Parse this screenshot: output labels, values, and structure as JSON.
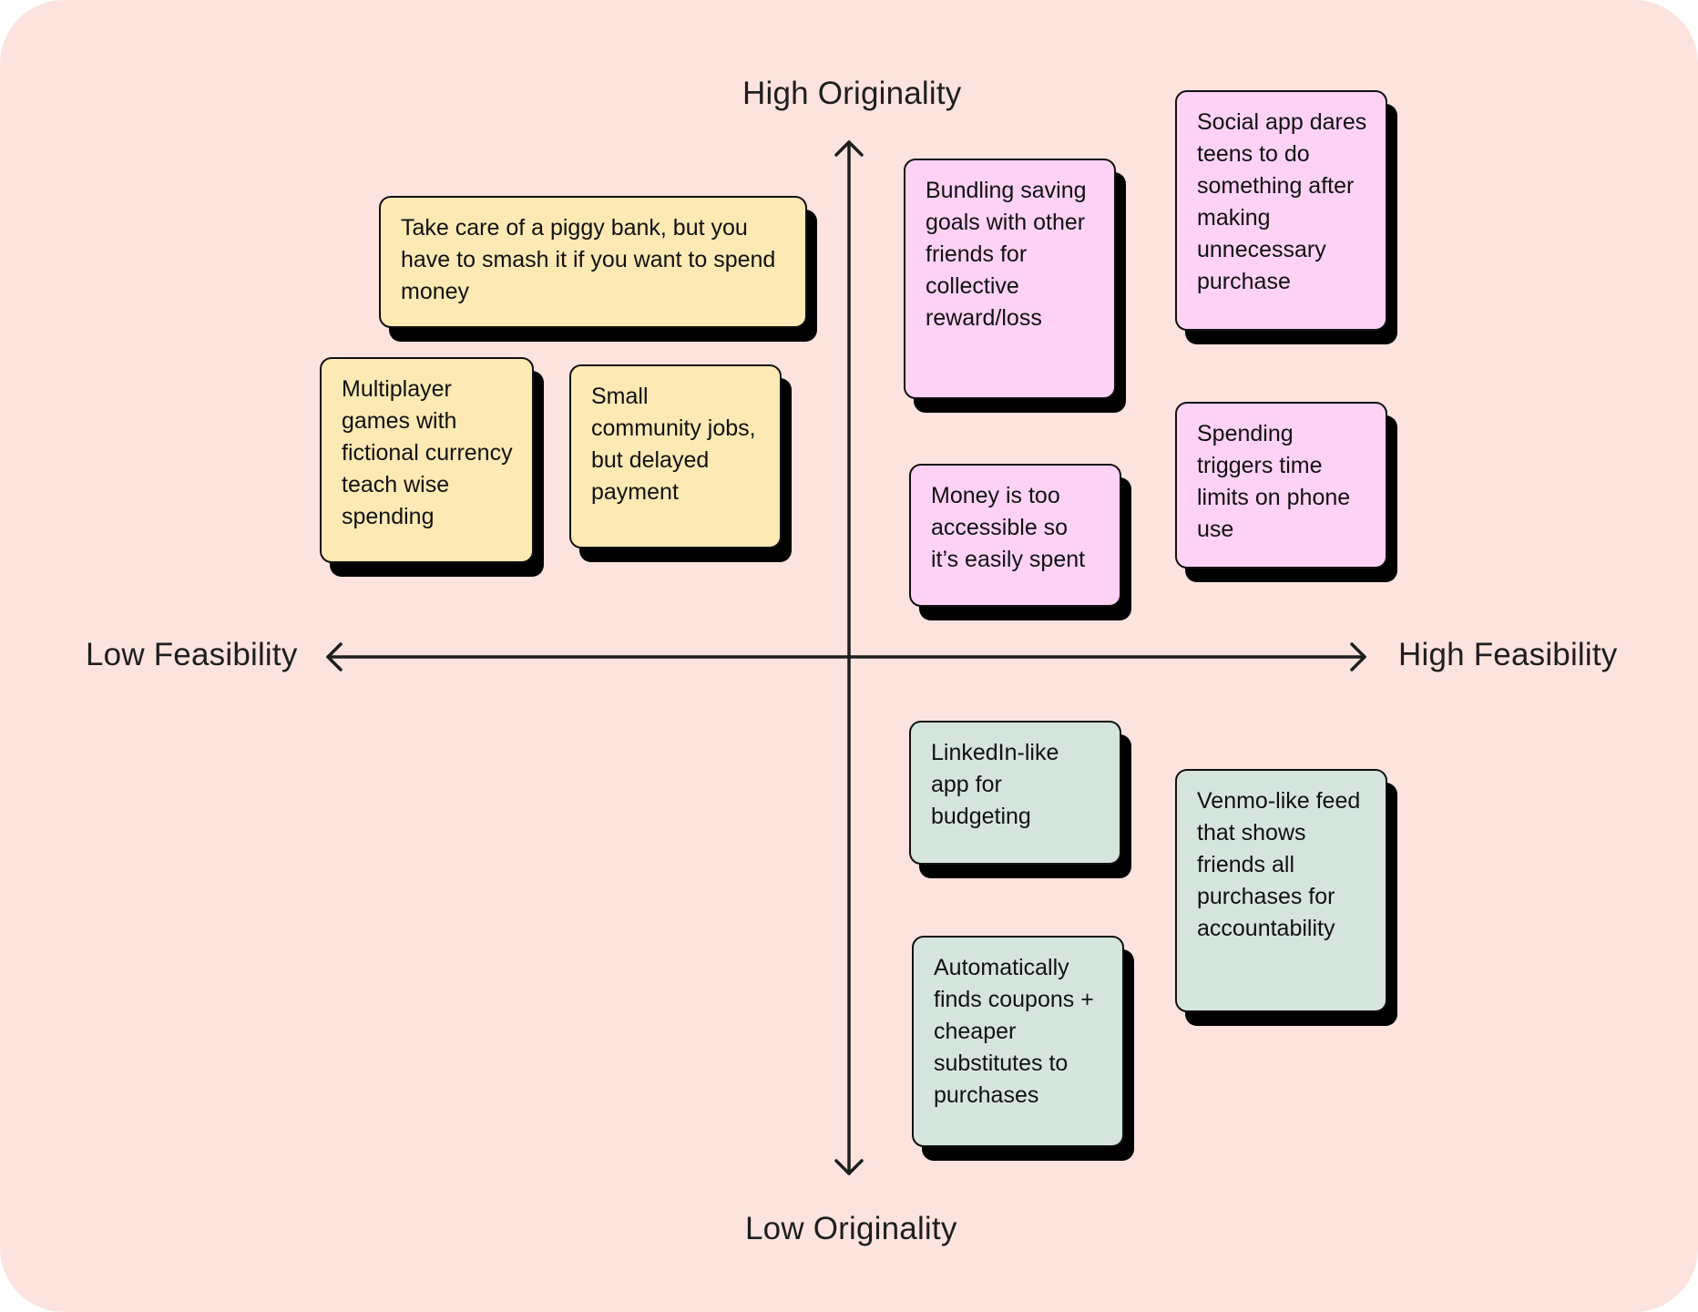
{
  "axes": {
    "top_label": "High Originality",
    "bottom_label": "Low Originality",
    "left_label": "Low Feasibility",
    "right_label": "High Feasibility"
  },
  "colors": {
    "background": "#fde3de",
    "yellow_note": "#fde9b4",
    "pink_note": "#fdd2f5",
    "green_note": "#d5e5de",
    "shadow": "#000000",
    "axis": "#1e1e1e"
  },
  "notes": {
    "piggy_bank": "Take care of a piggy bank, but you have to smash it if you want to spend money",
    "multiplayer_games": "Multiplayer games with fictional currency teach wise spending",
    "community_jobs": "Small community jobs, but delayed payment",
    "bundling_goals": "Bundling saving goals with other friends for collective reward/loss",
    "social_dares": "Social app dares teens to do something after making unnecessary purchase",
    "money_accessible": "Money is too accessible so it’s easily spent",
    "phone_limits": "Spending triggers time limits on phone use",
    "linkedin_app": "LinkedIn-like app for budgeting",
    "venmo_feed": "Venmo-like feed that shows friends all purchases for accountability",
    "coupons": "Automatically finds coupons + cheaper substitutes to purchases"
  }
}
